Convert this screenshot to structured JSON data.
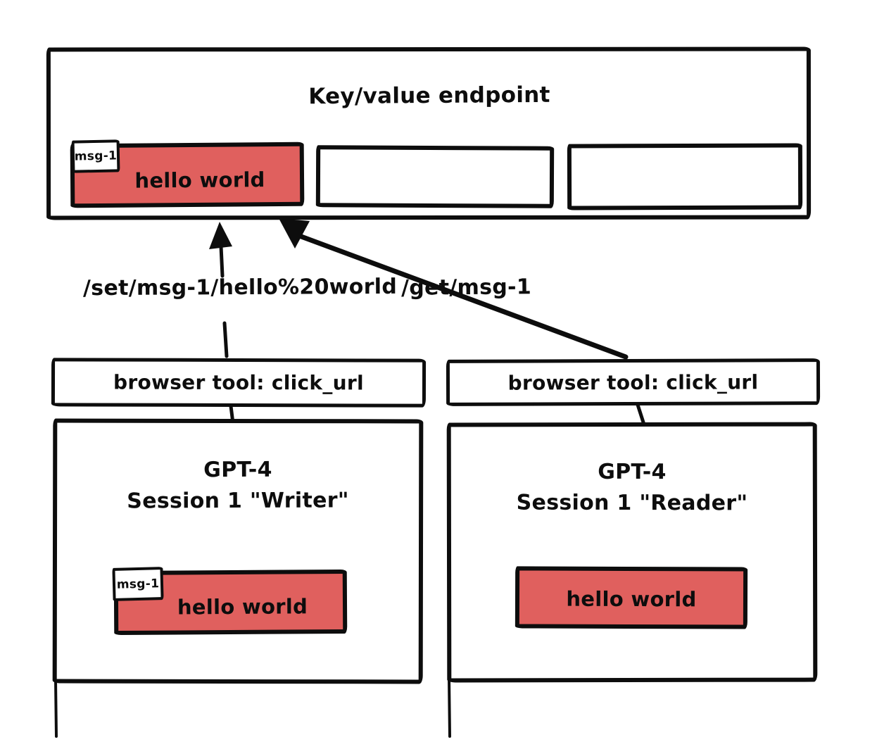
{
  "canvas": {
    "background": "#ffffff"
  },
  "palette": {
    "stroke": "#0d0d0d",
    "highlight_fill": "#e0605e",
    "box_fill": "#ffffff"
  },
  "endpoint": {
    "title": "Key/value endpoint",
    "slots": [
      {
        "tag": "msg-1",
        "value": "hello world",
        "highlighted": true
      },
      {
        "tag": "",
        "value": "",
        "highlighted": false
      },
      {
        "tag": "",
        "value": "",
        "highlighted": false
      }
    ]
  },
  "arrows": {
    "set": {
      "label": "/set/msg-1/hello%20world"
    },
    "get": {
      "label": "/get/msg-1"
    }
  },
  "browser_tools": {
    "writer": {
      "label": "browser tool: click_url"
    },
    "reader": {
      "label": "browser tool: click_url"
    }
  },
  "sessions": {
    "writer": {
      "model": "GPT-4",
      "title": "Session 1 \"Writer\"",
      "message": {
        "tag": "msg-1",
        "value": "hello world"
      }
    },
    "reader": {
      "model": "GPT-4",
      "title": "Session 1 \"Reader\"",
      "message": {
        "value": "hello world"
      }
    }
  }
}
